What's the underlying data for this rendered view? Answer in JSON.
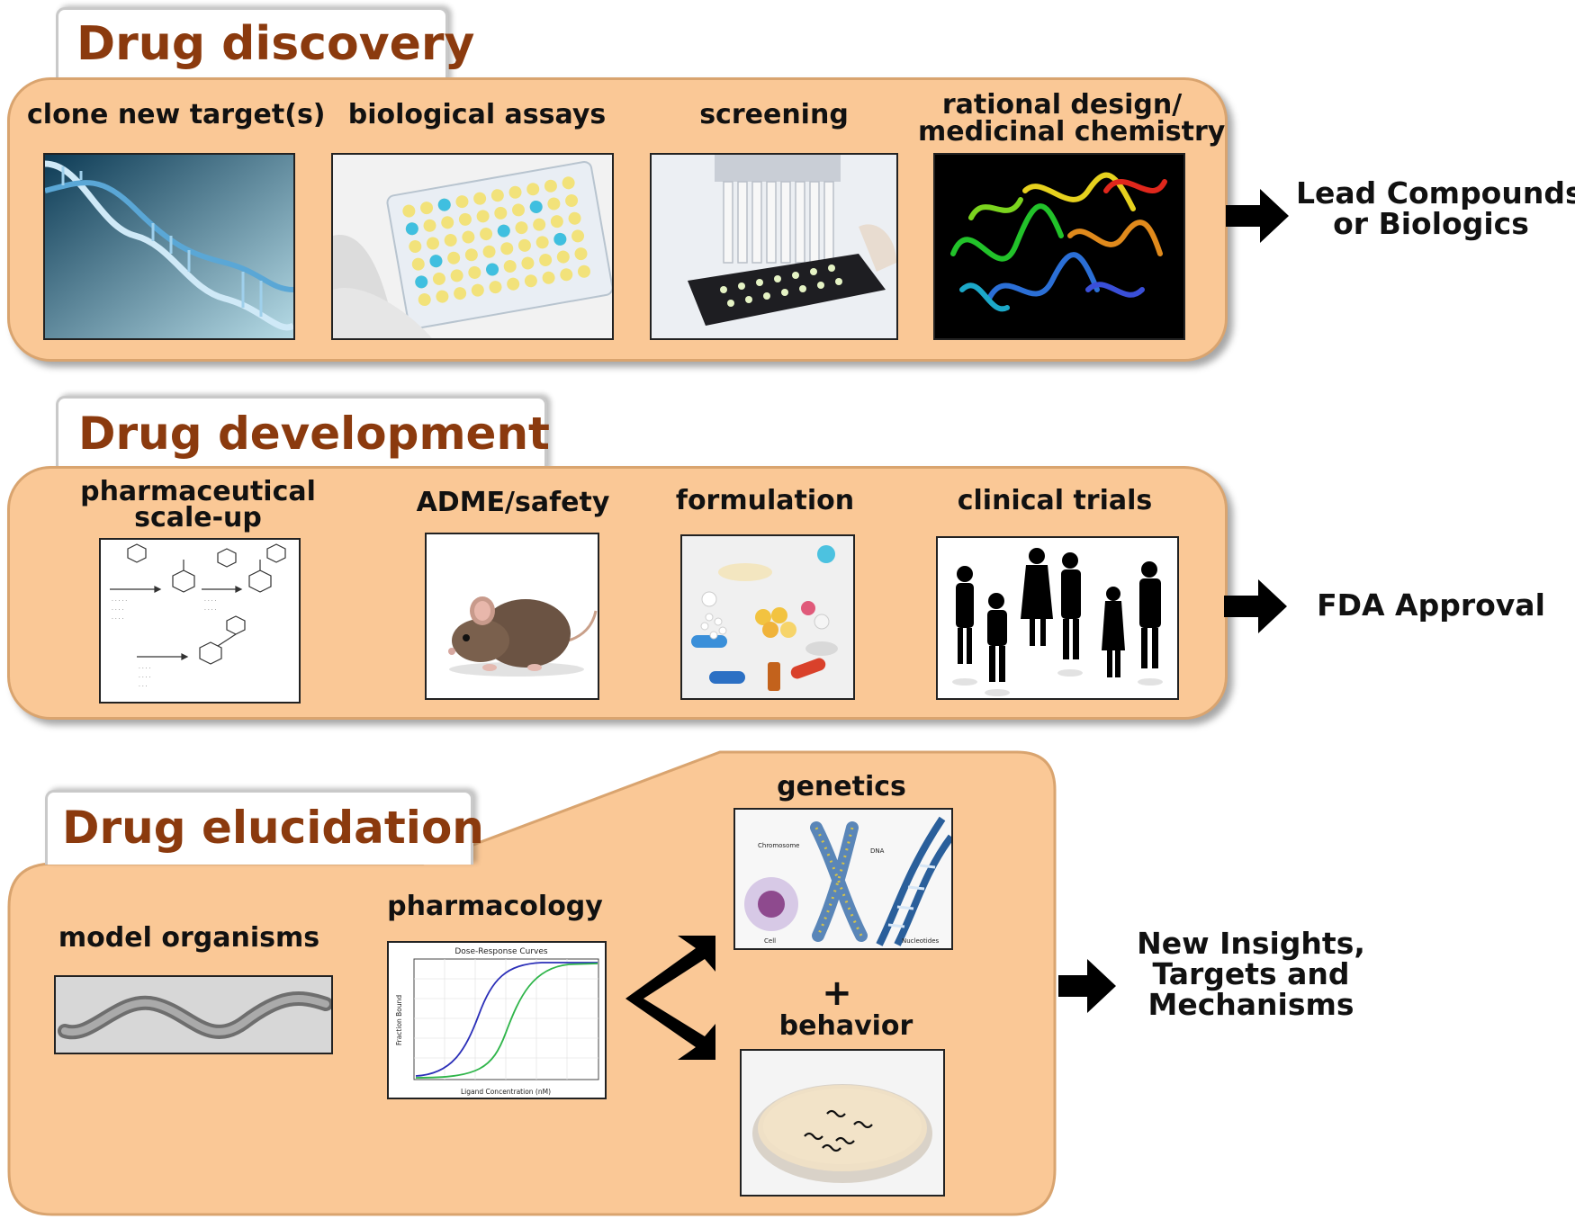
{
  "discovery": {
    "title": "Drug discovery",
    "steps": [
      {
        "label": "clone new target(s)"
      },
      {
        "label": "biological assays"
      },
      {
        "label": "screening"
      },
      {
        "label_line1": "rational design/",
        "label_line2": "medicinal chemistry"
      }
    ],
    "output_line1": "Lead Compounds",
    "output_line2": "or Biologics"
  },
  "development": {
    "title": "Drug development",
    "steps": [
      {
        "label_line1": "pharmaceutical",
        "label_line2": "scale-up"
      },
      {
        "label": "ADME/safety"
      },
      {
        "label": "formulation"
      },
      {
        "label": "clinical trials"
      }
    ],
    "output": "FDA Approval"
  },
  "elucidation": {
    "title": "Drug elucidation",
    "model_label": "model organisms",
    "pharmacology_label": "pharmacology",
    "genetics_label": "genetics",
    "plus": "+",
    "behavior_label": "behavior",
    "output_line1": "New Insights,",
    "output_line2": "Targets  and",
    "output_line3": "Mechanisms",
    "chart_title": "Dose-Response Curves",
    "chart_xlabel": "Ligand Concentration (nM)",
    "chart_ylabel": "Fraction Bound",
    "genetics_chromosome": "Chromosome",
    "genetics_dna": "DNA",
    "genetics_cell": "Cell",
    "genetics_nucleotides": "Nucleotides"
  },
  "colors": {
    "panel_fill": "#fac896",
    "panel_border": "#d9a46f",
    "title_color": "#8b3a0e",
    "arrow": "#000000"
  }
}
